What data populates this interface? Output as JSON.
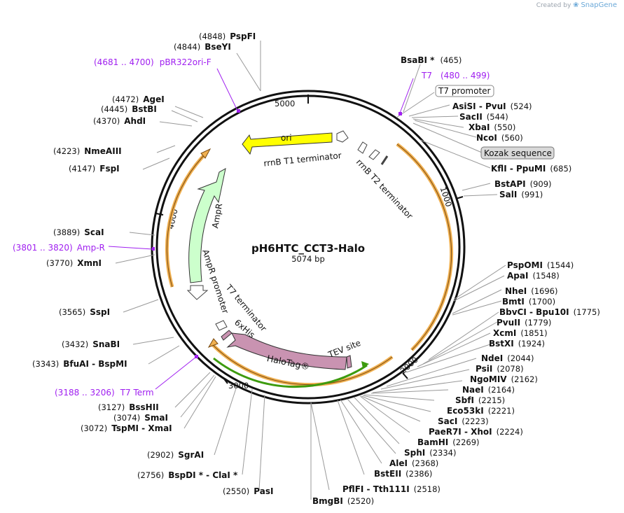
{
  "brand": {
    "prefix": "Created by",
    "name": "SnapGene"
  },
  "plasmid": {
    "name": "pH6HTC_CCT3-Halo",
    "length_label": "5074 bp",
    "length": 5074
  },
  "ticks": [
    "1000",
    "2000",
    "3000",
    "4000",
    "5000"
  ],
  "sites": [
    {
      "name": "PspFI",
      "pos": "(4848)"
    },
    {
      "name": "BseYI",
      "pos": "(4844)"
    },
    {
      "name": "AgeI",
      "pos": "(4472)"
    },
    {
      "name": "BstBI",
      "pos": "(4445)"
    },
    {
      "name": "AhdI",
      "pos": "(4370)"
    },
    {
      "name": "NmeAIII",
      "pos": "(4223)"
    },
    {
      "name": "FspI",
      "pos": "(4147)"
    },
    {
      "name": "ScaI",
      "pos": "(3889)"
    },
    {
      "name": "XmnI",
      "pos": "(3770)"
    },
    {
      "name": "SspI",
      "pos": "(3565)"
    },
    {
      "name": "SnaBI",
      "pos": "(3432)"
    },
    {
      "name": "BfuAI  -  BspMI",
      "pos": "(3343)"
    },
    {
      "name": "BssHII",
      "pos": "(3127)"
    },
    {
      "name": "SmaI",
      "pos": "(3074)"
    },
    {
      "name": "TspMI  -  XmaI",
      "pos": "(3072)"
    },
    {
      "name": "SgrAI",
      "pos": "(2902)"
    },
    {
      "name": "BspDI *  -  ClaI *",
      "pos": "(2756)"
    },
    {
      "name": "PasI",
      "pos": "(2550)"
    },
    {
      "name": "BmgBI",
      "pos": "(2520)"
    },
    {
      "name": "PflFI  -  Tth111I",
      "pos": "(2518)"
    },
    {
      "name": "BstEII",
      "pos": "(2386)"
    },
    {
      "name": "AleI",
      "pos": "(2368)"
    },
    {
      "name": "SphI",
      "pos": "(2334)"
    },
    {
      "name": "BamHI",
      "pos": "(2269)"
    },
    {
      "name": "PaeR7I  -  XhoI",
      "pos": "(2224)"
    },
    {
      "name": "SacI",
      "pos": "(2223)"
    },
    {
      "name": "Eco53kI",
      "pos": "(2221)"
    },
    {
      "name": "SbfI",
      "pos": "(2215)"
    },
    {
      "name": "NaeI",
      "pos": "(2164)"
    },
    {
      "name": "NgoMIV",
      "pos": "(2162)"
    },
    {
      "name": "PsiI",
      "pos": "(2078)"
    },
    {
      "name": "NdeI",
      "pos": "(2044)"
    },
    {
      "name": "BstXI",
      "pos": "(1924)"
    },
    {
      "name": "XcmI",
      "pos": "(1851)"
    },
    {
      "name": "PvuII",
      "pos": "(1779)"
    },
    {
      "name": "BbvCI  -  Bpu10I",
      "pos": "(1775)"
    },
    {
      "name": "BmtI",
      "pos": "(1700)"
    },
    {
      "name": "NheI",
      "pos": "(1696)"
    },
    {
      "name": "ApaI",
      "pos": "(1548)"
    },
    {
      "name": "PspOMI",
      "pos": "(1544)"
    },
    {
      "name": "SalI",
      "pos": "(991)"
    },
    {
      "name": "BstAPI",
      "pos": "(909)"
    },
    {
      "name": "KflI  -  PpuMI",
      "pos": "(685)"
    },
    {
      "name": "NcoI",
      "pos": "(560)"
    },
    {
      "name": "XbaI",
      "pos": "(550)"
    },
    {
      "name": "SacII",
      "pos": "(544)"
    },
    {
      "name": "AsiSI  -  PvuI",
      "pos": "(524)"
    },
    {
      "name": "BsaBI *",
      "pos": "(465)"
    }
  ],
  "primers": [
    {
      "name": "pBR322ori-F",
      "range": "(4681 .. 4700)"
    },
    {
      "name": "T7",
      "range": "(480 .. 499)"
    },
    {
      "name": "Amp-R",
      "range": "(3801 .. 3820)"
    },
    {
      "name": "T7 Term",
      "range": "(3188 .. 3206)"
    }
  ],
  "boxes": [
    "T7 promoter",
    "Kozak sequence"
  ],
  "features": {
    "ori": "ori",
    "rrnb_t1": "rrnB T1 terminator",
    "rrnb_t2": "rrnB T2 terminator",
    "ampr": "AmpR",
    "ampr_promoter": "AmpR promoter",
    "t7_terminator": "T7 terminator",
    "his": "6xHis",
    "halotag": "HaloTag®",
    "tev": "TEV site"
  },
  "colors": {
    "ori": "#ffff00",
    "ampr": "#ccffcc",
    "halotag": "#c993b1",
    "orf": "#f0b050",
    "primer": "#a020f0",
    "backbone": "#111111",
    "green_line": "#3d9b0f"
  }
}
